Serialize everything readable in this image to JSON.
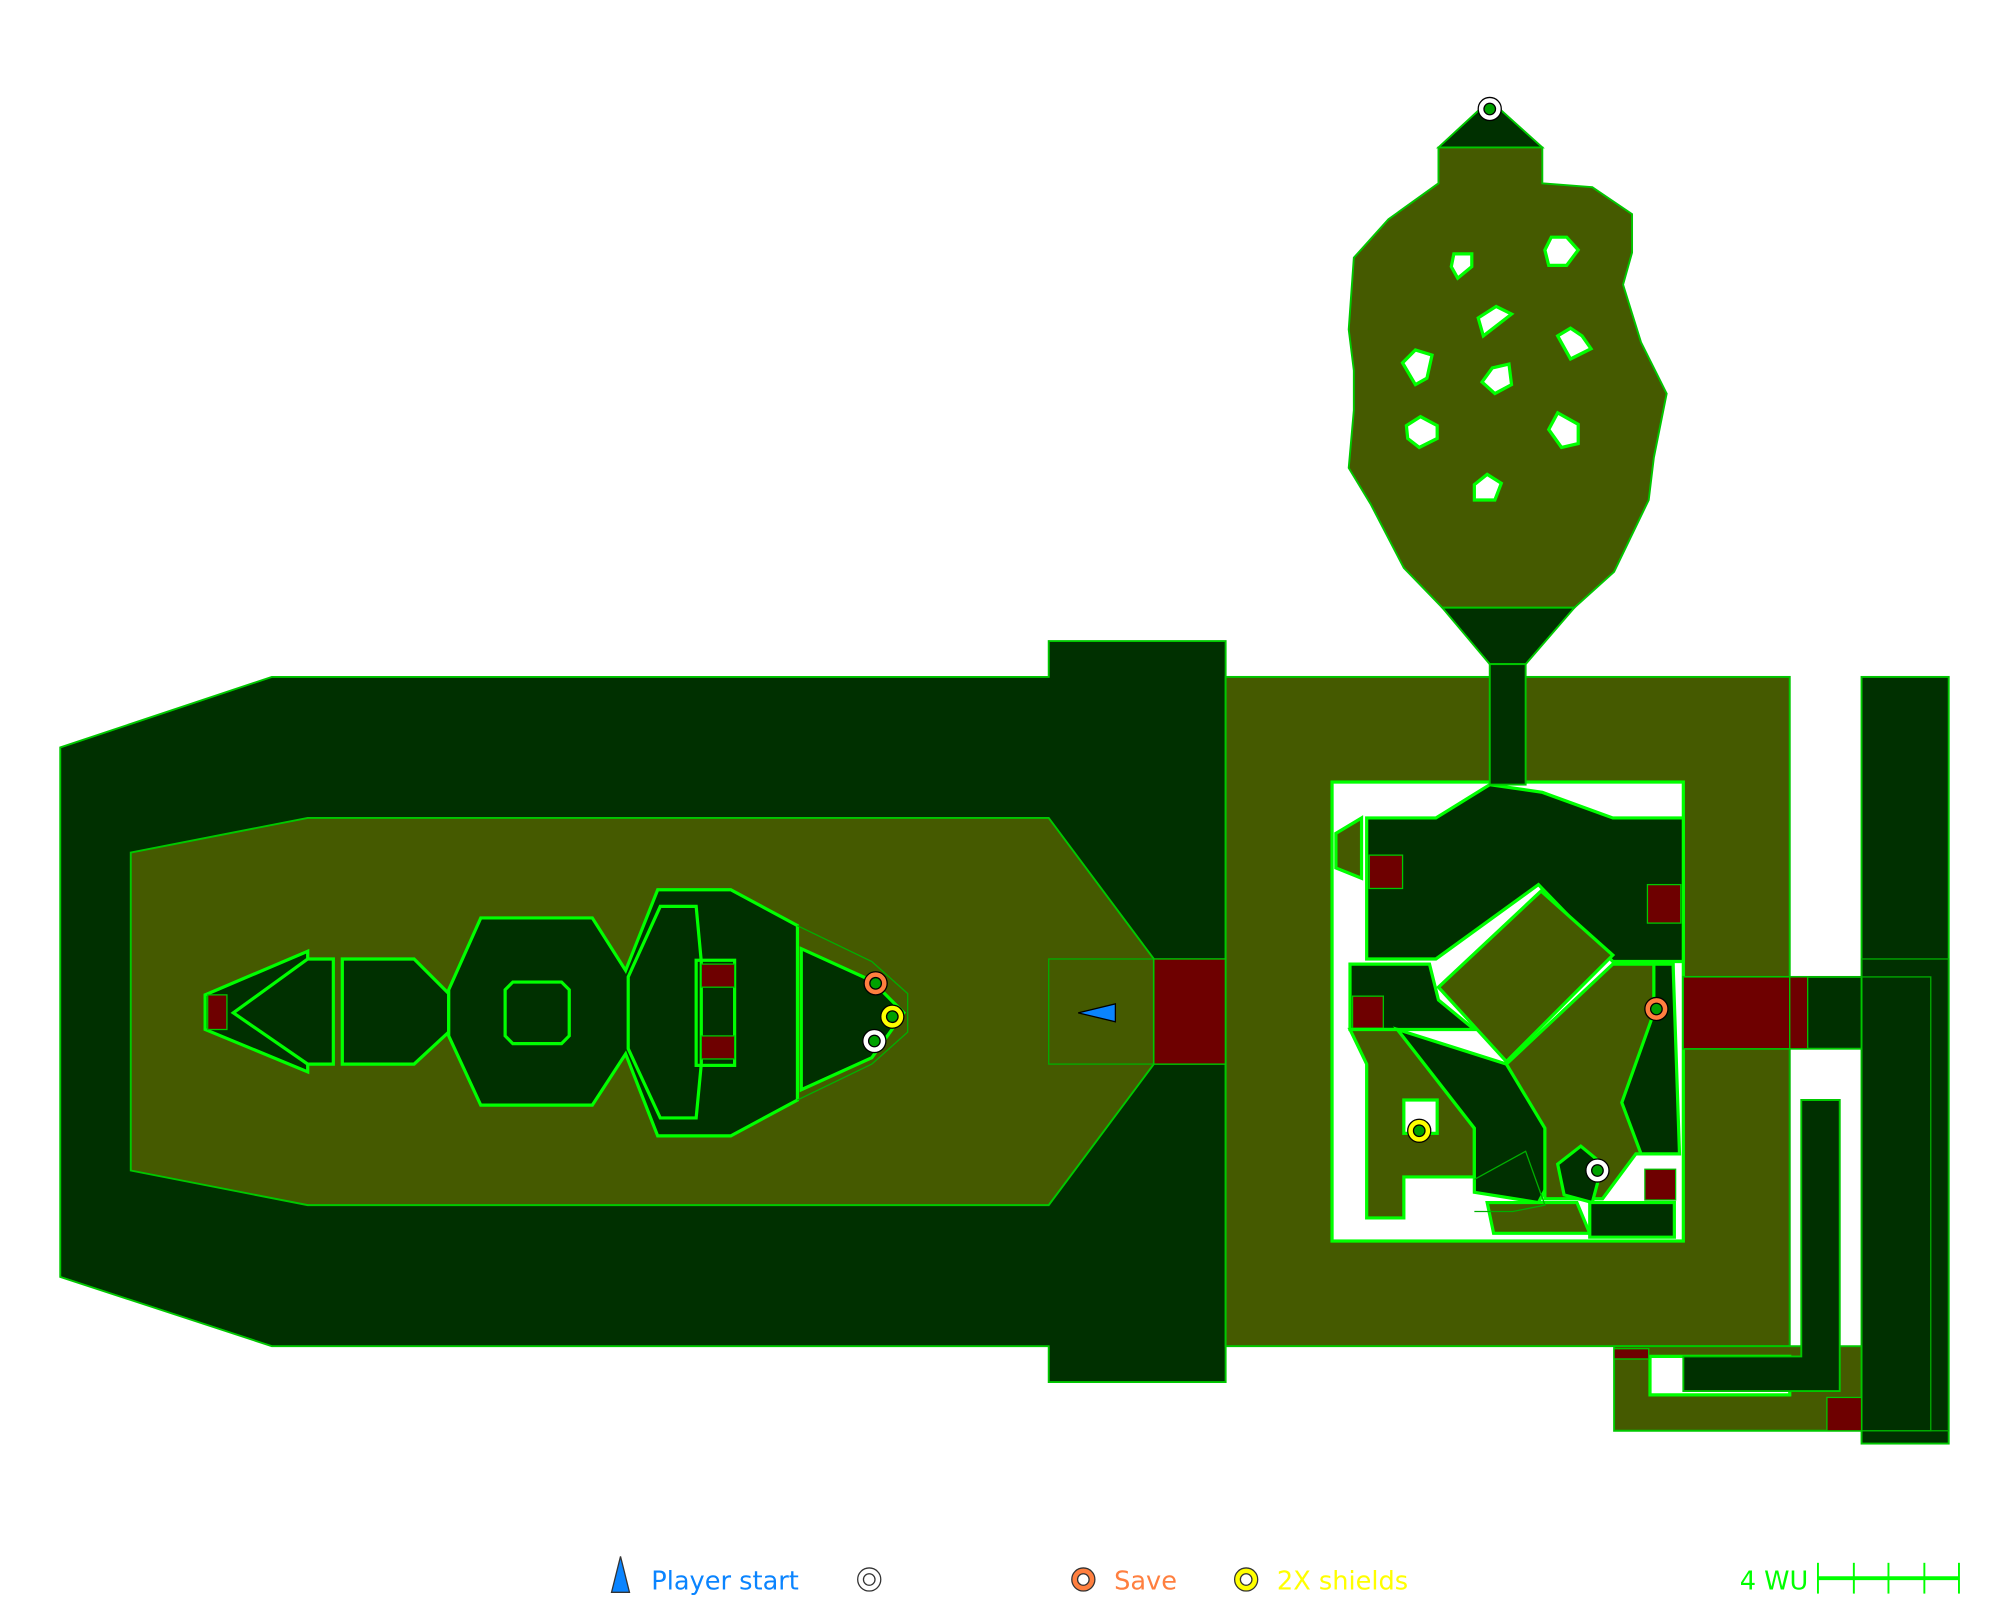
{
  "legend": {
    "player_start": "Player start",
    "save": "Save",
    "shields": "2X shields",
    "scale": "4 WU"
  },
  "colors": {
    "void": "#003000",
    "floor": "#455a00",
    "wall": "#00ff00",
    "door": "#6e0000",
    "player": "#0a84ff",
    "save": "#ff7f3f",
    "shields": "#ffff00",
    "item": "#ffffff"
  },
  "markers": [
    {
      "type": "item",
      "icon": "white-ring-icon"
    },
    {
      "type": "save",
      "icon": "orange-ring-icon"
    },
    {
      "type": "shields",
      "icon": "yellow-ring-icon"
    },
    {
      "type": "item",
      "icon": "white-ring-icon"
    },
    {
      "type": "save",
      "icon": "orange-ring-icon"
    },
    {
      "type": "shields",
      "icon": "yellow-ring-icon"
    },
    {
      "type": "item",
      "icon": "white-ring-icon"
    }
  ]
}
